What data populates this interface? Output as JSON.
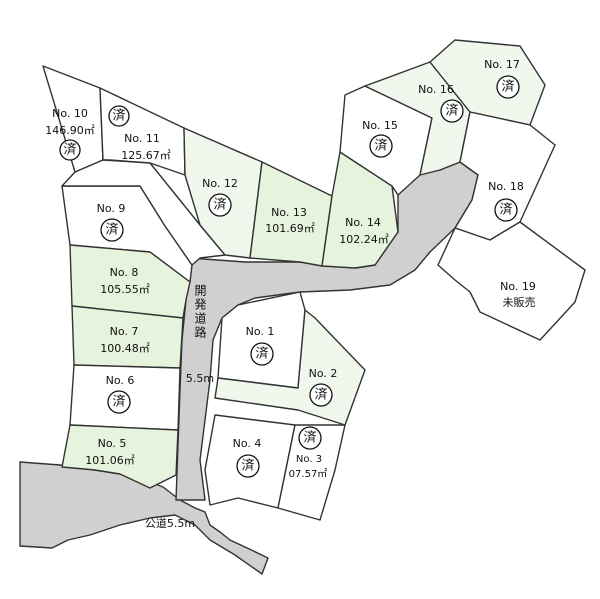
{
  "roads": {
    "dev_road_vertical": "開発道路",
    "dev_road_width": "5.5m",
    "public_road": "公道5.5m"
  },
  "sold_mark": "済",
  "lots": {
    "no1": {
      "number": "No. 1"
    },
    "no2": {
      "number": "No. 2"
    },
    "no3": {
      "number": "No. 3",
      "area": "07.57㎡"
    },
    "no4": {
      "number": "No. 4"
    },
    "no5": {
      "number": "No. 5",
      "area": "101.06㎡"
    },
    "no6": {
      "number": "No. 6"
    },
    "no7": {
      "number": "No. 7",
      "area": "100.48㎡"
    },
    "no8": {
      "number": "No. 8",
      "area": "105.55㎡"
    },
    "no9": {
      "number": "No. 9"
    },
    "no10": {
      "number": "No. 10",
      "area": "146.90㎡"
    },
    "no11": {
      "number": "No. 11",
      "area": "125.67㎡"
    },
    "no12": {
      "number": "No. 12"
    },
    "no13": {
      "number": "No. 13",
      "area": "101.69㎡"
    },
    "no14": {
      "number": "No. 14",
      "area": "102.24㎡"
    },
    "no15": {
      "number": "No. 15"
    },
    "no16": {
      "number": "No. 16"
    },
    "no17": {
      "number": "No. 17"
    },
    "no18": {
      "number": "No. 18"
    },
    "no19": {
      "number": "No. 19",
      "status": "未販売"
    }
  },
  "colors": {
    "road": "#d0d0d0",
    "available_lot": "#e6f3dd",
    "lot_outline": "#333333"
  }
}
